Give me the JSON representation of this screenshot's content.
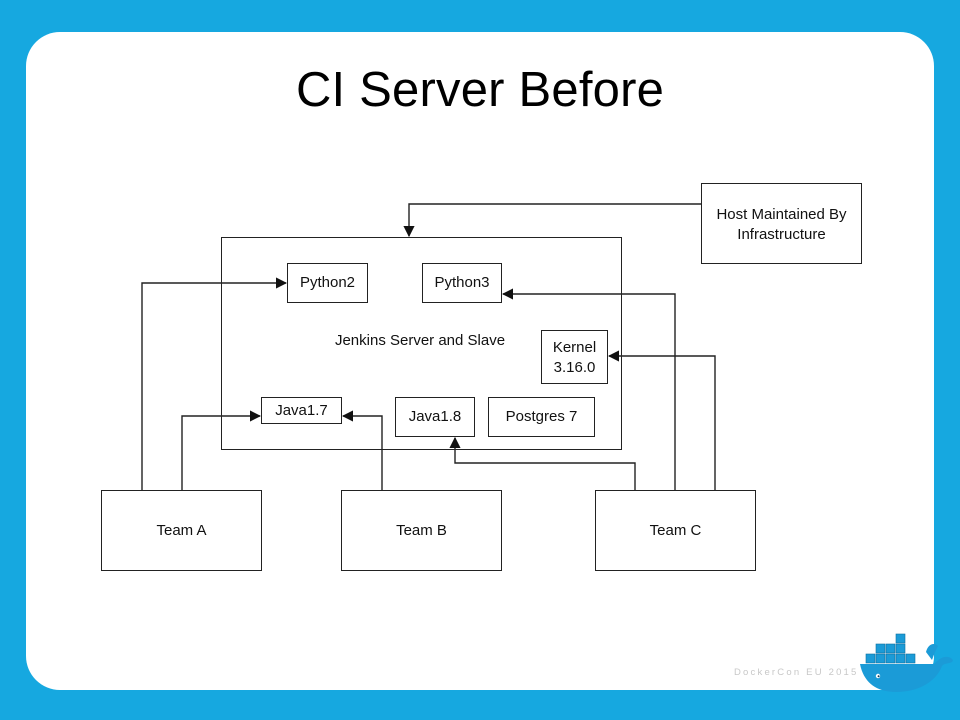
{
  "slide": {
    "title": "CI Server Before",
    "footer": "DockerCon EU 2015"
  },
  "diagram": {
    "server_label": "Jenkins Server and Slave",
    "host_box": {
      "line1": "Host Maintained By",
      "line2": "Infrastructure"
    },
    "packages": {
      "python2": "Python2",
      "python3": "Python3",
      "kernel_line1": "Kernel",
      "kernel_line2": "3.16.0",
      "java17": "Java1.7",
      "java18": "Java1.8",
      "postgres": "Postgres 7"
    },
    "teams": {
      "team_a": "Team A",
      "team_b": "Team B",
      "team_c": "Team C"
    }
  },
  "colors": {
    "background": "#16a8e0",
    "slide": "#ffffff",
    "lines": "#222222",
    "whale": "#1b9bd7"
  },
  "icons": {
    "logo": "docker-whale-icon"
  }
}
